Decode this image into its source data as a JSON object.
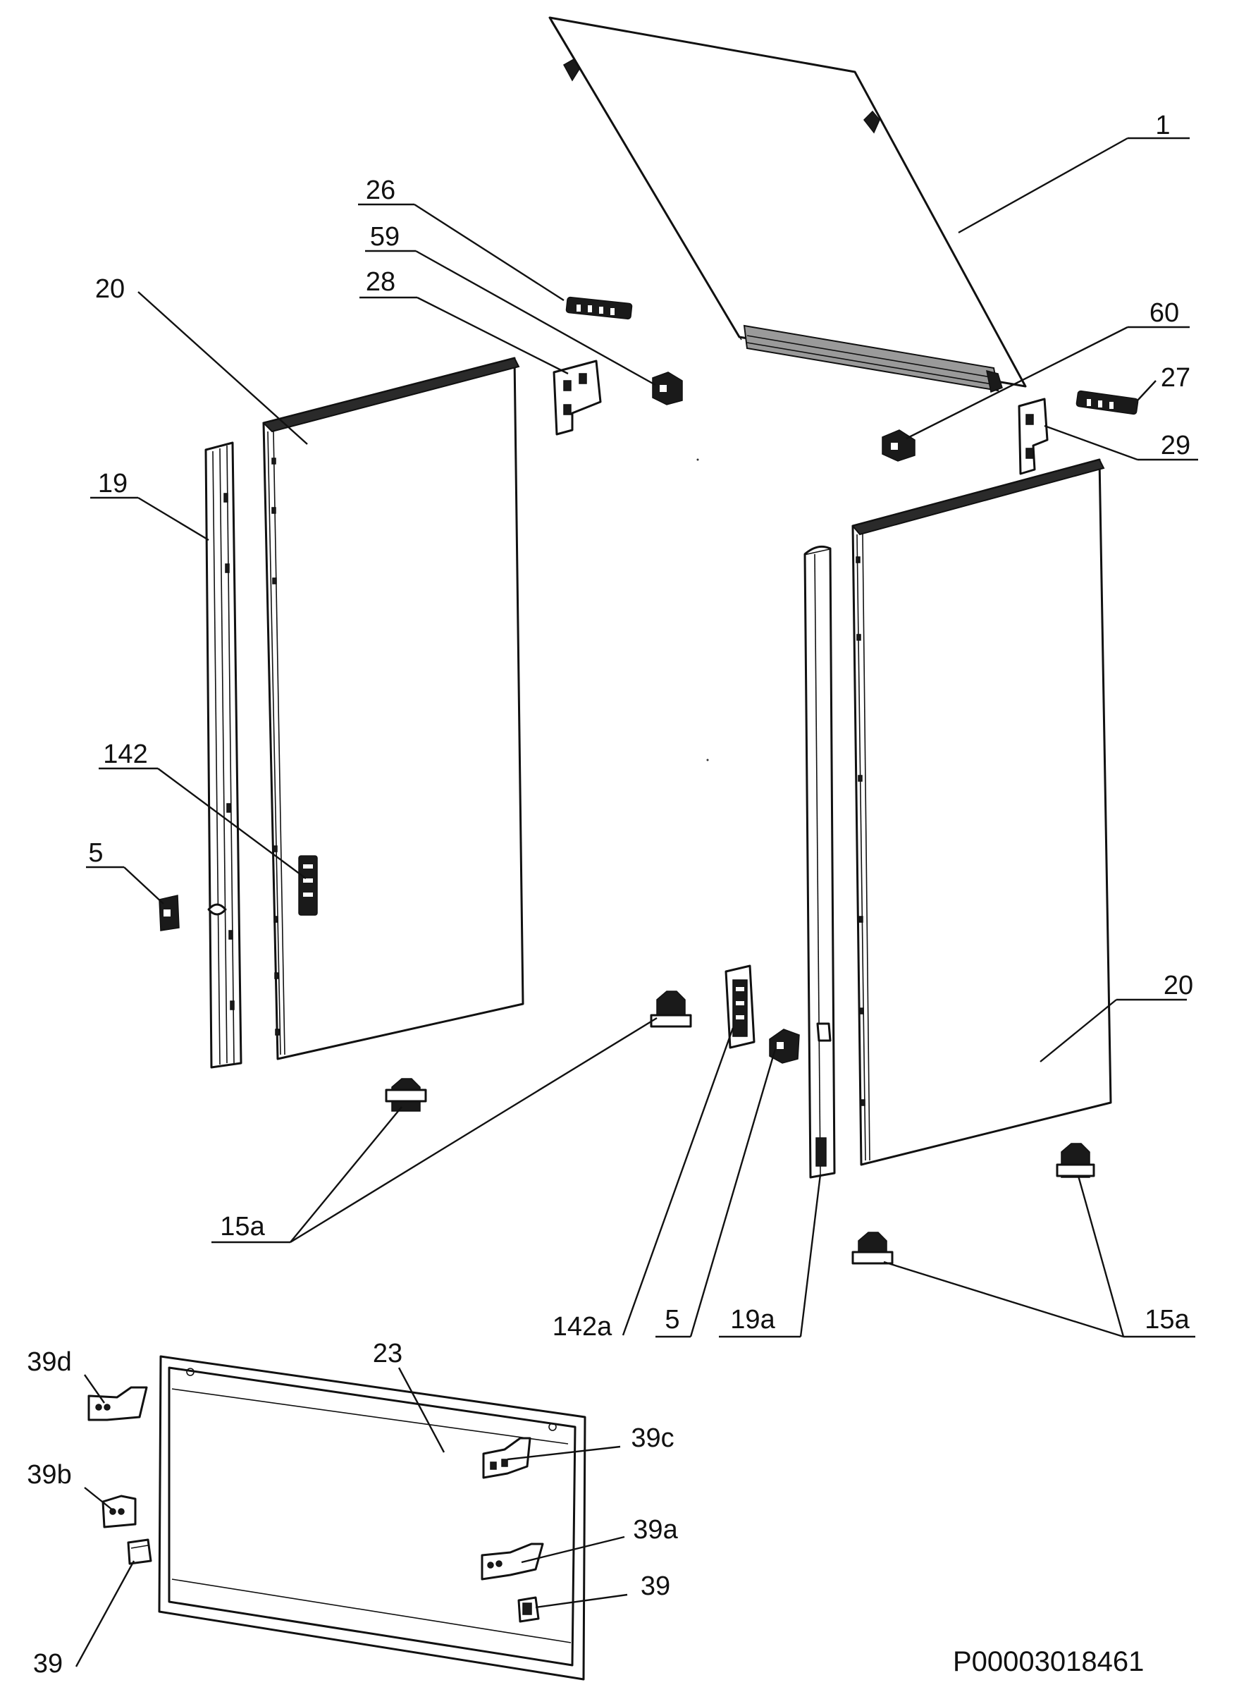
{
  "diagram": {
    "labels": {
      "p1": "1",
      "p26": "26",
      "p59": "59",
      "p28": "28",
      "p20_left": "20",
      "p60": "60",
      "p27": "27",
      "p29": "29",
      "p19": "19",
      "p142": "142",
      "p5_left": "5",
      "p20_right": "20",
      "p15a_left": "15a",
      "p142a": "142a",
      "p5_mid": "5",
      "p19a": "19a",
      "p15a_right": "15a",
      "p39d": "39d",
      "p23": "23",
      "p39c": "39c",
      "p39b": "39b",
      "p39a": "39a",
      "p39_right": "39",
      "p39_left": "39"
    },
    "drawing_code": "P00003018461"
  }
}
